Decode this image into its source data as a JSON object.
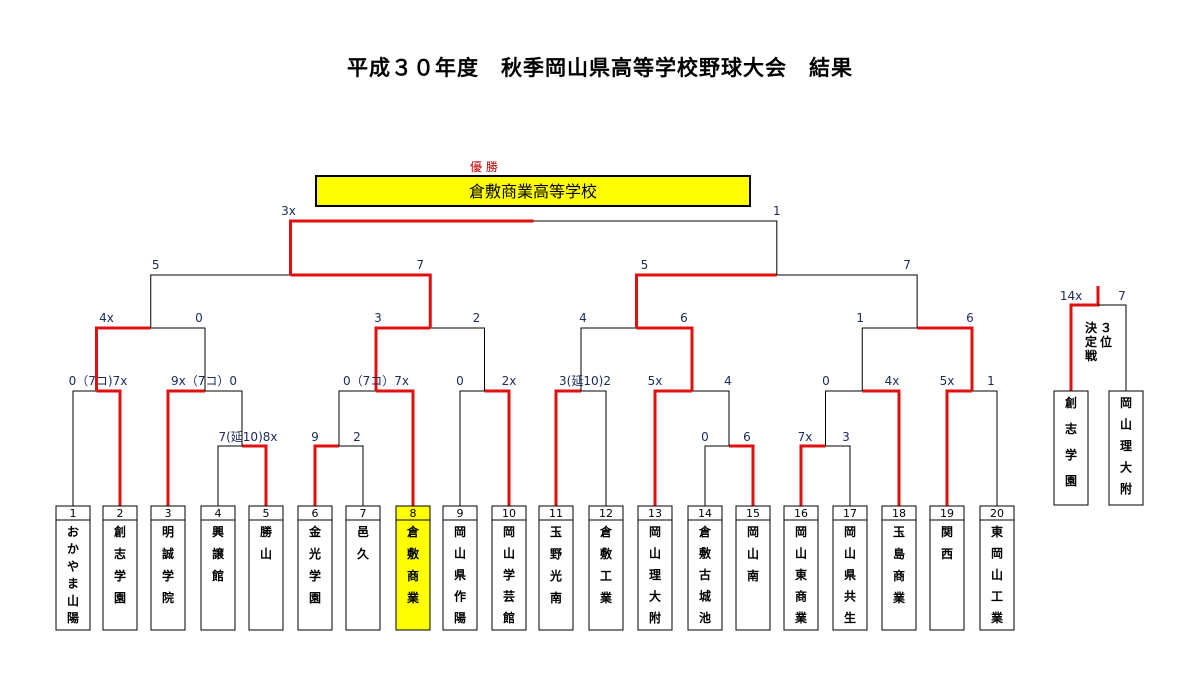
{
  "title": "平成３０年度　秋季岡山県高等学校野球大会　結果",
  "champion": {
    "label": "優 勝",
    "name": "倉敷商業高等学校"
  },
  "colors": {
    "winner_line": "#e01010",
    "line": "#000000",
    "champion_fill": "#ffff00",
    "highlight_team_fill": "#ffff00",
    "score_text": "#1a2a5a"
  },
  "teams": [
    {
      "num": "1",
      "name": "おかやま山陽"
    },
    {
      "num": "2",
      "name": "創志学園"
    },
    {
      "num": "3",
      "name": "明誠学院"
    },
    {
      "num": "4",
      "name": "興譲館"
    },
    {
      "num": "5",
      "name": "勝山"
    },
    {
      "num": "6",
      "name": "金光学園"
    },
    {
      "num": "7",
      "name": "邑久"
    },
    {
      "num": "8",
      "name": "倉敷商業"
    },
    {
      "num": "9",
      "name": "岡山県作陽"
    },
    {
      "num": "10",
      "name": "岡山学芸館"
    },
    {
      "num": "11",
      "name": "玉野光南"
    },
    {
      "num": "12",
      "name": "倉敷工業"
    },
    {
      "num": "13",
      "name": "岡山理大附"
    },
    {
      "num": "14",
      "name": "倉敷古城池"
    },
    {
      "num": "15",
      "name": "岡山南"
    },
    {
      "num": "16",
      "name": "岡山東商業"
    },
    {
      "num": "17",
      "name": "岡山県共生"
    },
    {
      "num": "18",
      "name": "玉島商業"
    },
    {
      "num": "19",
      "name": "関西"
    },
    {
      "num": "20",
      "name": "東岡山工業"
    }
  ],
  "scores": {
    "r1_4_5": {
      "left": "7(延10)8x",
      "right": ""
    },
    "r1_6_7": {
      "left": "9",
      "right": "2"
    },
    "r1_14_15": {
      "left": "0",
      "right": "6"
    },
    "r1_16_17": {
      "left": "7x",
      "right": "3"
    },
    "r2_1_2": {
      "left": "0（7コ)7x",
      "right": ""
    },
    "r2_3_45": {
      "left": "9x（7コ）0",
      "right": ""
    },
    "r2_67_8": {
      "left": "0（7コ）7x",
      "right": ""
    },
    "r2_9_10": {
      "left": "0",
      "right": "2x"
    },
    "r2_11_12": {
      "left": "3(延10)2",
      "right": ""
    },
    "r2_13_1415": {
      "left": "5x",
      "right": "4"
    },
    "r2_1617_18": {
      "left": "0",
      "right": "4x"
    },
    "r2_19_20": {
      "left": "5x",
      "right": "1"
    },
    "r3_a": {
      "left": "4x",
      "right": "0"
    },
    "r3_b": {
      "left": "3",
      "right": "2"
    },
    "r3_c": {
      "left": "4",
      "right": "6"
    },
    "r3_d": {
      "left": "1",
      "right": "6"
    },
    "sf_left": {
      "left": "5",
      "right": "7"
    },
    "sf_right": {
      "left": "5",
      "right": "7"
    },
    "final": {
      "left": "3x",
      "right": "1"
    }
  },
  "third_place": {
    "label": "3位決定戦",
    "left_score": "14x",
    "right_score": "7",
    "teams": [
      {
        "name": "創志学園"
      },
      {
        "name": "岡山理大附"
      }
    ]
  }
}
